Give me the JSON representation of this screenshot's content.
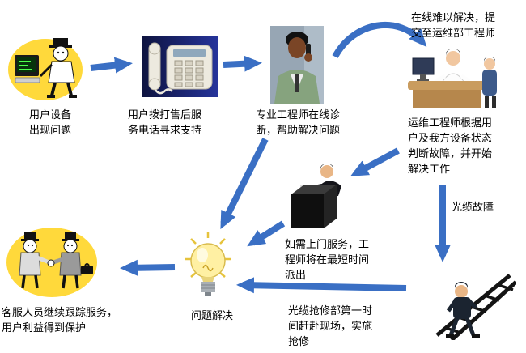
{
  "steps": {
    "user_problem": "用户设备\n出现问题",
    "call_service": "用户拨打售后服\n务电话寻求支持",
    "online_diagnosis": "专业工程师在线诊\n断，帮助解决问题",
    "escalate": "在线难以解决，提\n交至运维部工程师",
    "ops_engineer": "运维工程师根据用\n户及我方设备状态\n判断故障，并开始\n解决工作",
    "cable_fault": "光缆故障",
    "onsite_dispatch": "如需上门服务，工\n程师将在最短时间\n派出",
    "problem_solved": "问题解决",
    "cable_repair": "光缆抢修部第一时\n间赶赴现场，实施\n抢修",
    "followup": "客服人员继续跟踪服务，\n用户利益得到保护"
  },
  "colors": {
    "arrow": "#3A6FC4",
    "text": "#000000",
    "blob": "#FFD93B"
  }
}
